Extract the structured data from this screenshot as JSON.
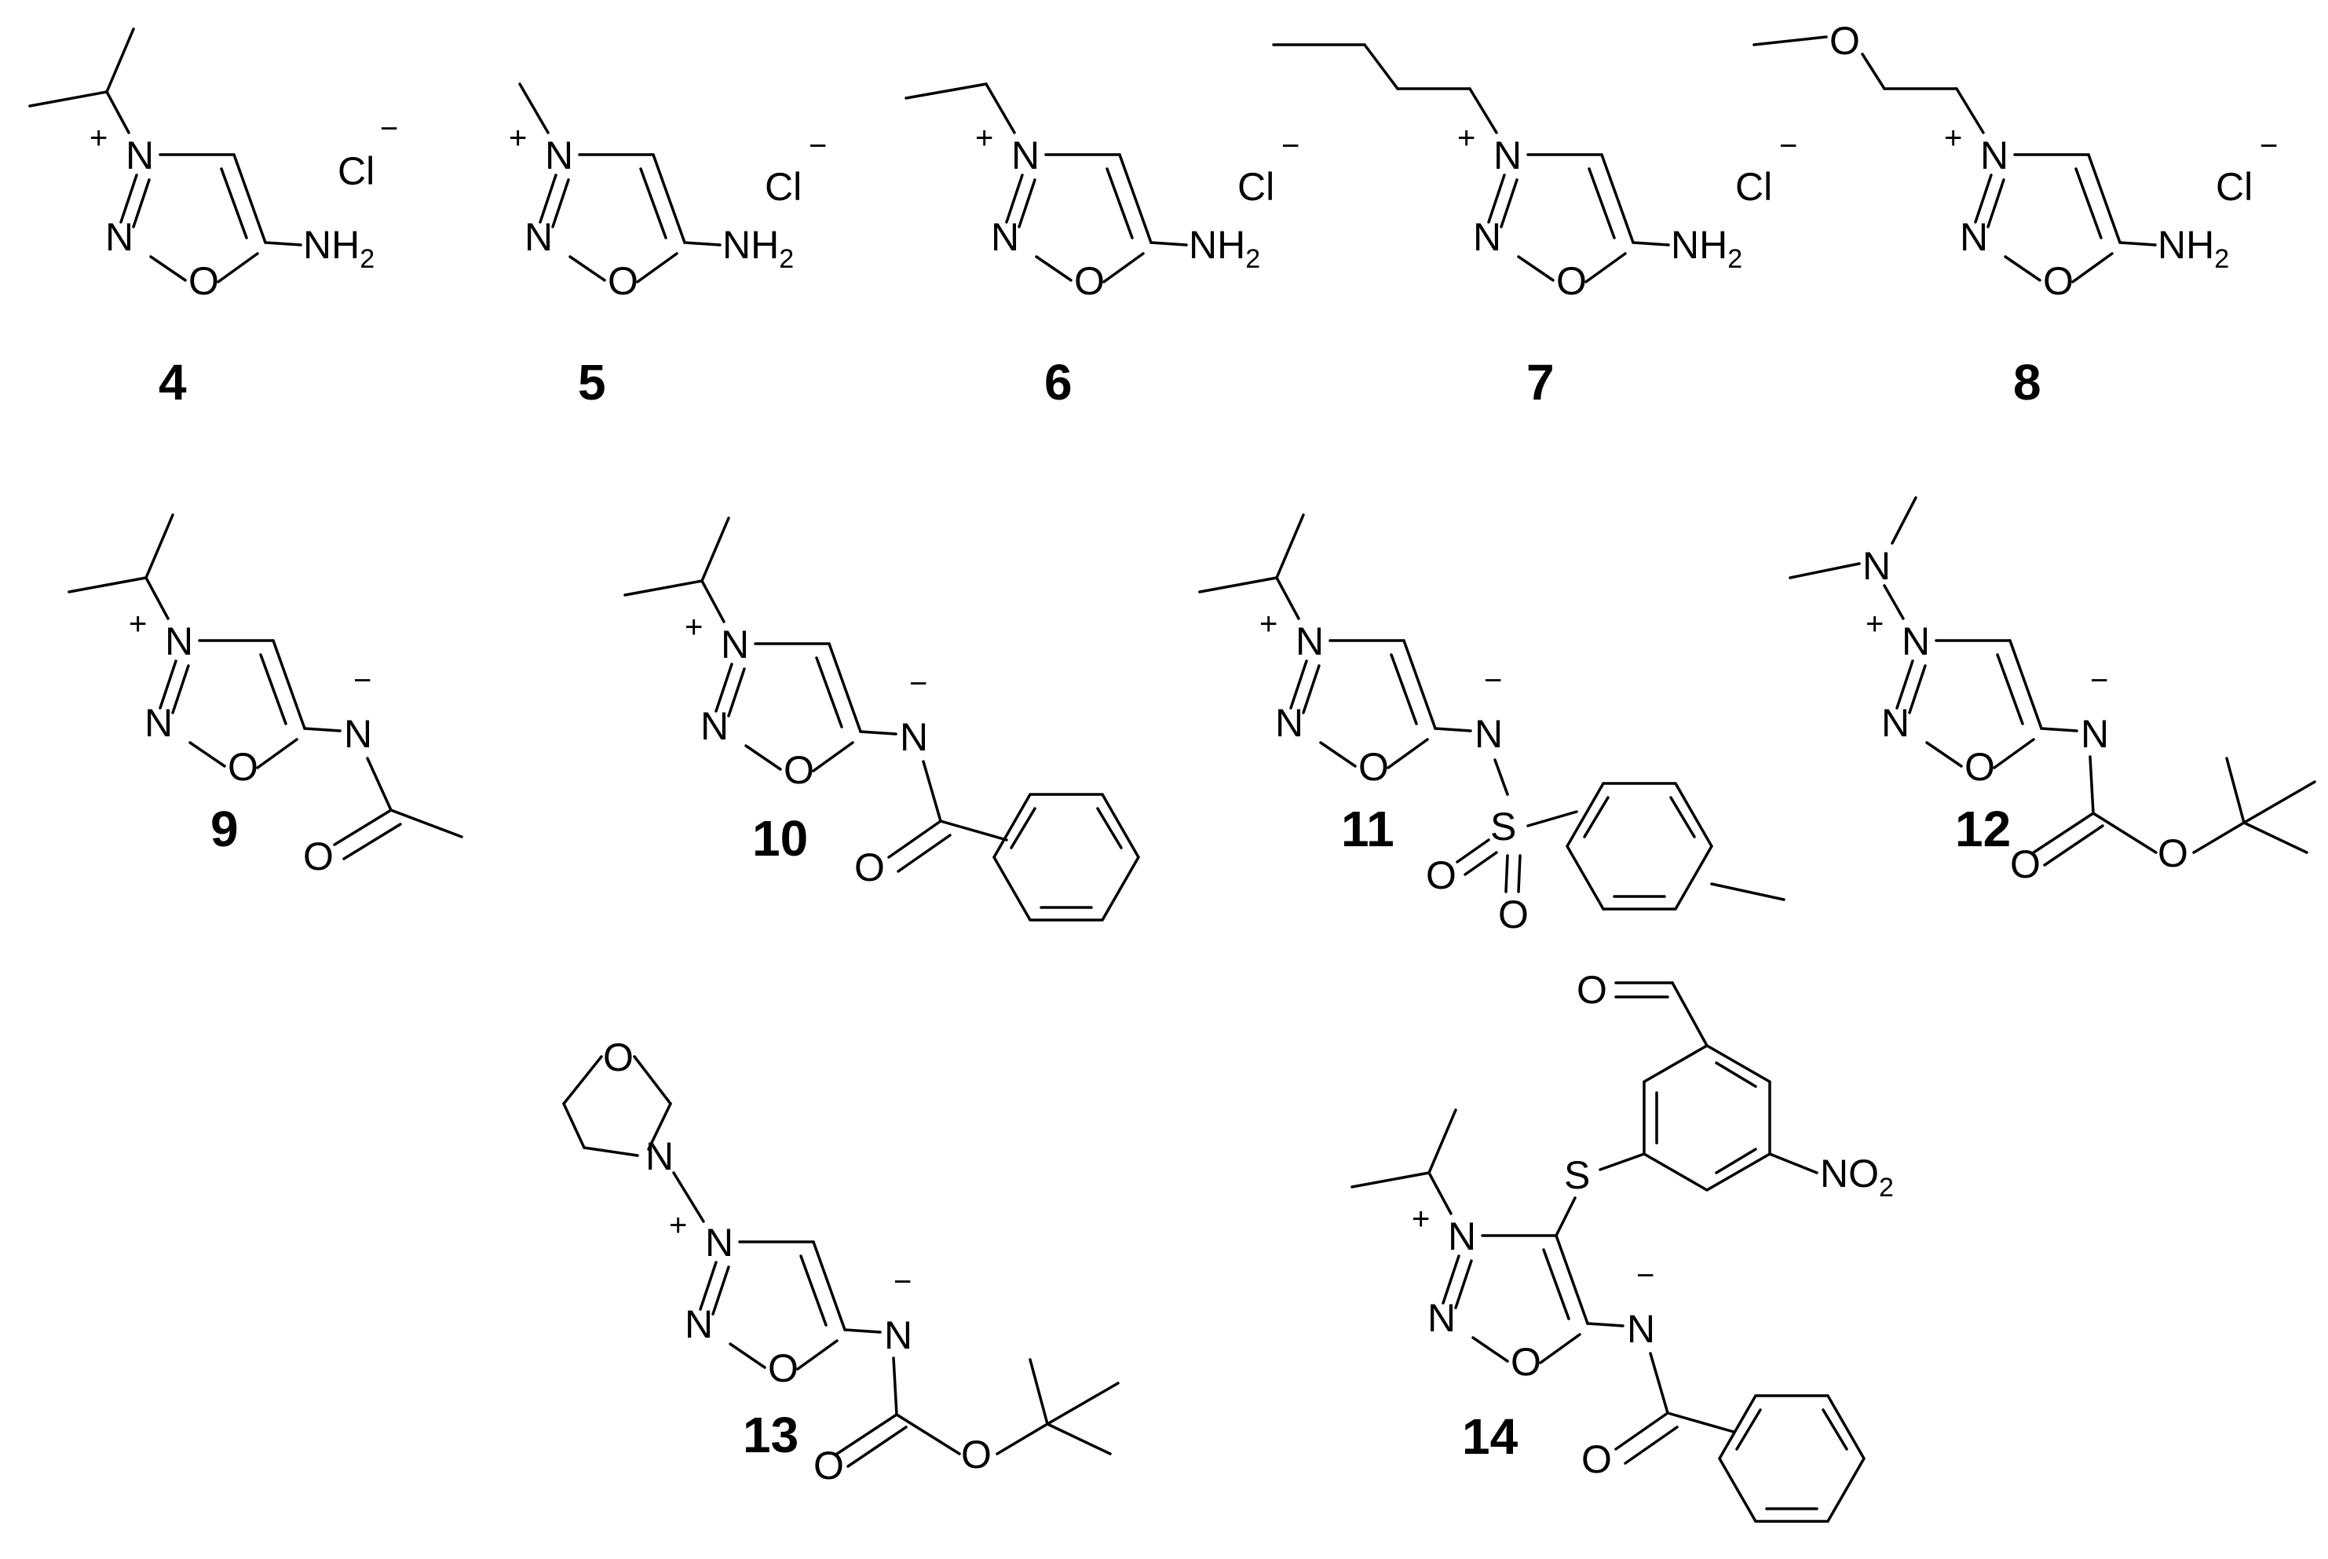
{
  "atoms": {
    "N": "N",
    "O": "O",
    "S": "S",
    "Cl": "Cl",
    "NH2_main": "NH",
    "NH2_sub": "2",
    "NO2_main": "NO",
    "NO2_sub": "2",
    "plus": "+",
    "minus": "−"
  },
  "compounds": [
    {
      "label": "4"
    },
    {
      "label": "5"
    },
    {
      "label": "6"
    },
    {
      "label": "7"
    },
    {
      "label": "8"
    },
    {
      "label": "9"
    },
    {
      "label": "10"
    },
    {
      "label": "11"
    },
    {
      "label": "12"
    },
    {
      "label": "13"
    },
    {
      "label": "14"
    }
  ]
}
